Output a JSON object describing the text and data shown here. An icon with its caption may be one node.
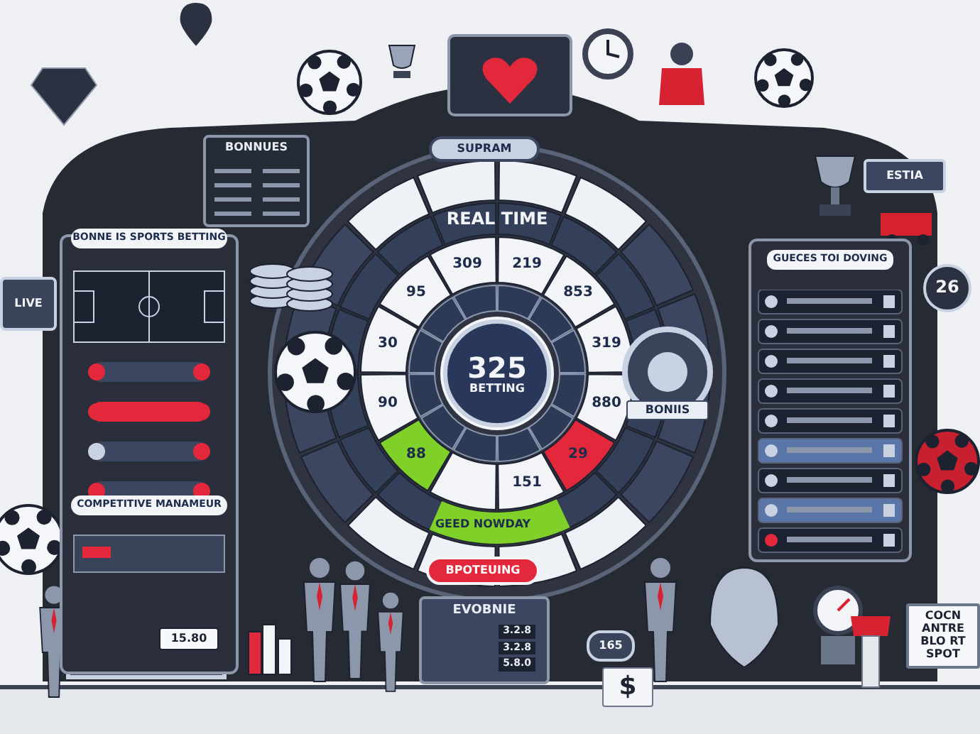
{
  "diagram": {
    "nodes": [
      {
        "text": [
          "BONNUES"
        ]
      },
      {
        "text": [
          "BONNE IS SPORTS BETTING",
          "COMPETITIVE MANAMEUR"
        ]
      },
      {
        "text": [
          "15.80"
        ],
        "in": 1
      },
      {
        "text": [
          "LIVE"
        ]
      },
      {
        "text": [
          "325",
          "BETTING"
        ]
      },
      {
        "text": [
          "SUPRAM"
        ]
      },
      {
        "text": [
          "BONIIS"
        ]
      },
      {
        "text": [
          "BPOTEUING"
        ]
      },
      {
        "text": [
          "EVOBNIE",
          "3.2.8",
          "3.2.8",
          "5.8.0"
        ]
      },
      {
        "text": [
          "GUECES TOI DOVING"
        ]
      },
      {
        "text": [
          "26"
        ]
      },
      {
        "text": [
          "COCN ANTRE BLO RT SPOT"
        ]
      },
      {
        "text": [
          "ESTIA"
        ]
      },
      {
        "text": [
          "165"
        ]
      },
      {
        "text": [
          "$"
        ]
      }
    ],
    "labels": [
      "REAL TIME",
      "219",
      "309",
      "853",
      "95",
      "30",
      "319",
      "880",
      "90",
      "29",
      "88",
      "GEED NOWDAY",
      "151"
    ]
  }
}
